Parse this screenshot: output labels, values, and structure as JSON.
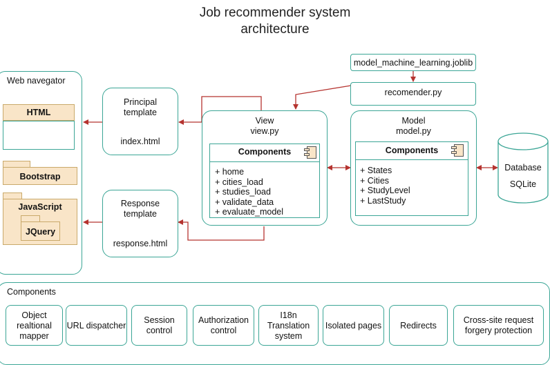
{
  "title_line1": "Job recommender system",
  "title_line2": "architecture",
  "web_navigator": {
    "label": "Web navegator",
    "html": "HTML",
    "bootstrap": "Bootstrap",
    "javascript": "JavaScript",
    "jquery": "JQuery"
  },
  "principal_template": {
    "line1": "Principal",
    "line2": "template",
    "file": "index.html"
  },
  "response_template": {
    "line1": "Response",
    "line2": "template",
    "file": "response.html"
  },
  "view": {
    "title": "View",
    "file": "view.py",
    "components_label": "Components",
    "items": [
      "+ home",
      "+ cities_load",
      "+ studies_load",
      "+ validate_data",
      "+ evaluate_model"
    ]
  },
  "model": {
    "title": "Model",
    "file": "model.py",
    "components_label": "Components",
    "items": [
      "+ States",
      "+ Cities",
      "+ StudyLevel",
      "+ LastStudy"
    ]
  },
  "joblib": "model_machine_learning.joblib",
  "recommender": "recomender.py",
  "database": {
    "line1": "Database",
    "line2": "SQLite"
  },
  "components_panel": {
    "label": "Components",
    "items": [
      {
        "lines": [
          "Object",
          "realtional",
          "mapper"
        ]
      },
      {
        "lines": [
          "URL dispatcher"
        ]
      },
      {
        "lines": [
          "Session",
          "control"
        ]
      },
      {
        "lines": [
          "Authorization",
          "control"
        ]
      },
      {
        "lines": [
          "I18n",
          "Translation",
          "system"
        ]
      },
      {
        "lines": [
          "Isolated pages"
        ]
      },
      {
        "lines": [
          "Redirects"
        ]
      },
      {
        "lines": [
          "Cross-site request",
          "forgery protection"
        ]
      }
    ]
  },
  "colors": {
    "teal": "#3aa595",
    "arrow": "#b5332f",
    "package_fill": "#f9e5c8"
  }
}
